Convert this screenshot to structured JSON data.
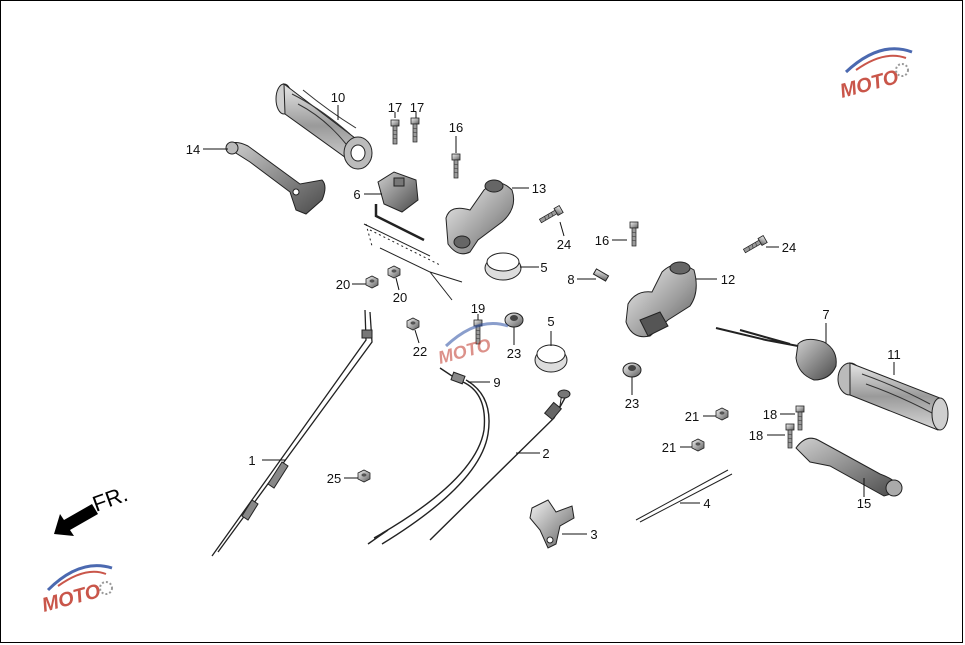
{
  "direction_label": "FR.",
  "watermark": {
    "brand": "MOTO",
    "colors": {
      "primary": "#c0392b",
      "secondary": "#2c4fa3"
    }
  },
  "callouts": [
    {
      "id": "c1",
      "label": "1"
    },
    {
      "id": "c2",
      "label": "2"
    },
    {
      "id": "c3",
      "label": "3"
    },
    {
      "id": "c4",
      "label": "4"
    },
    {
      "id": "c5a",
      "label": "5"
    },
    {
      "id": "c5b",
      "label": "5"
    },
    {
      "id": "c6",
      "label": "6"
    },
    {
      "id": "c7",
      "label": "7"
    },
    {
      "id": "c8",
      "label": "8"
    },
    {
      "id": "c9",
      "label": "9"
    },
    {
      "id": "c10",
      "label": "10"
    },
    {
      "id": "c11",
      "label": "11"
    },
    {
      "id": "c12",
      "label": "12"
    },
    {
      "id": "c13",
      "label": "13"
    },
    {
      "id": "c14",
      "label": "14"
    },
    {
      "id": "c15",
      "label": "15"
    },
    {
      "id": "c16a",
      "label": "16"
    },
    {
      "id": "c16b",
      "label": "16"
    },
    {
      "id": "c17a",
      "label": "17"
    },
    {
      "id": "c17b",
      "label": "17"
    },
    {
      "id": "c18a",
      "label": "18"
    },
    {
      "id": "c18b",
      "label": "18"
    },
    {
      "id": "c19",
      "label": "19"
    },
    {
      "id": "c20a",
      "label": "20"
    },
    {
      "id": "c20b",
      "label": "20"
    },
    {
      "id": "c21a",
      "label": "21"
    },
    {
      "id": "c21b",
      "label": "21"
    },
    {
      "id": "c22",
      "label": "22"
    },
    {
      "id": "c23a",
      "label": "23"
    },
    {
      "id": "c23b",
      "label": "23"
    },
    {
      "id": "c24a",
      "label": "24"
    },
    {
      "id": "c24b",
      "label": "24"
    },
    {
      "id": "c25",
      "label": "25"
    }
  ]
}
